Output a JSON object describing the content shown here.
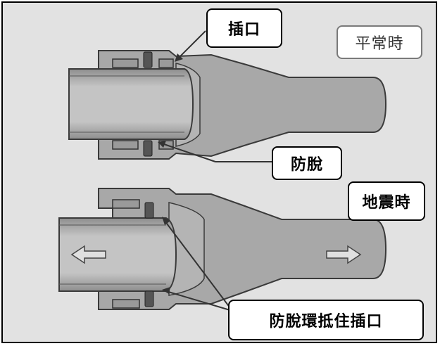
{
  "labels": {
    "spigot_top": "插口",
    "normal_state": "平常時",
    "anti_detach": "防脫",
    "earthquake_state": "地震時",
    "ring_against_spigot": "防脫環抵住插口"
  },
  "colors": {
    "background": "#e2e2e2",
    "pipe_fill": "#b8b8b8",
    "socket_fill": "#a8a8a8",
    "outline": "#3a3a3a"
  }
}
